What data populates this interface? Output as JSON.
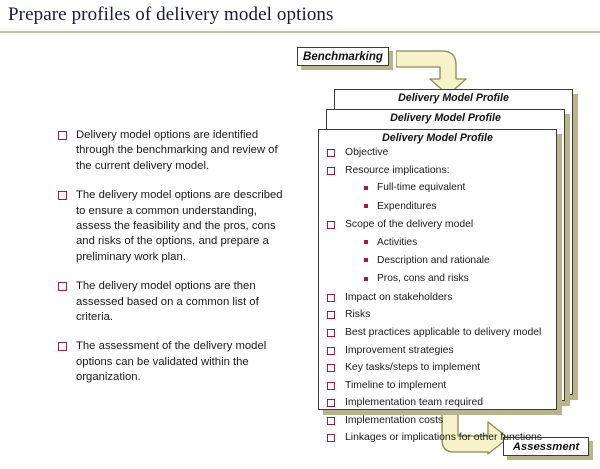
{
  "slide": {
    "title": "Prepare profiles of delivery model options",
    "accent_bullet_color": "#a01b45",
    "shadow_color": "#b6b58c",
    "arrow_fill": "#f7f3c8",
    "arrow_stroke": "#8a8a52",
    "rule_color": "#c3c2ab"
  },
  "left_list": {
    "items": [
      "Delivery model options are identified through the benchmarking and review of the current delivery model.",
      "The delivery model options are described to ensure a common understanding, assess the feasibility and the pros, cons and risks of the options, and prepare a preliminary work plan.",
      "The delivery model options are then assessed based on a common list of criteria.",
      "The assessment of the delivery model options can be validated within the organization."
    ]
  },
  "benchmarking": {
    "label": "Benchmarking"
  },
  "assessment": {
    "label": "Assessment"
  },
  "profile_cards": {
    "header": "Delivery Model Profile",
    "stack_count": 3,
    "items": [
      {
        "level": 1,
        "text": "Objective"
      },
      {
        "level": 1,
        "text": "Resource implications:"
      },
      {
        "level": 2,
        "text": "Full-time equivalent"
      },
      {
        "level": 2,
        "text": "Expenditures"
      },
      {
        "level": 1,
        "text": "Scope of the delivery model"
      },
      {
        "level": 2,
        "text": "Activities"
      },
      {
        "level": 2,
        "text": "Description and rationale"
      },
      {
        "level": 2,
        "text": "Pros, cons and risks"
      },
      {
        "level": 1,
        "text": "Impact on stakeholders"
      },
      {
        "level": 1,
        "text": "Risks"
      },
      {
        "level": 1,
        "text": "Best practices applicable to delivery model"
      },
      {
        "level": 1,
        "text": "Improvement strategies"
      },
      {
        "level": 1,
        "text": "Key tasks/steps to implement"
      },
      {
        "level": 1,
        "text": "Timeline to implement"
      },
      {
        "level": 1,
        "text": "Implementation team required"
      },
      {
        "level": 1,
        "text": "Implementation costs"
      },
      {
        "level": 1,
        "text": "Linkages or implications for other functions"
      }
    ]
  },
  "arrows": {
    "top": "elbow-arrow-right-down",
    "bottom": "elbow-arrow-down-right"
  }
}
